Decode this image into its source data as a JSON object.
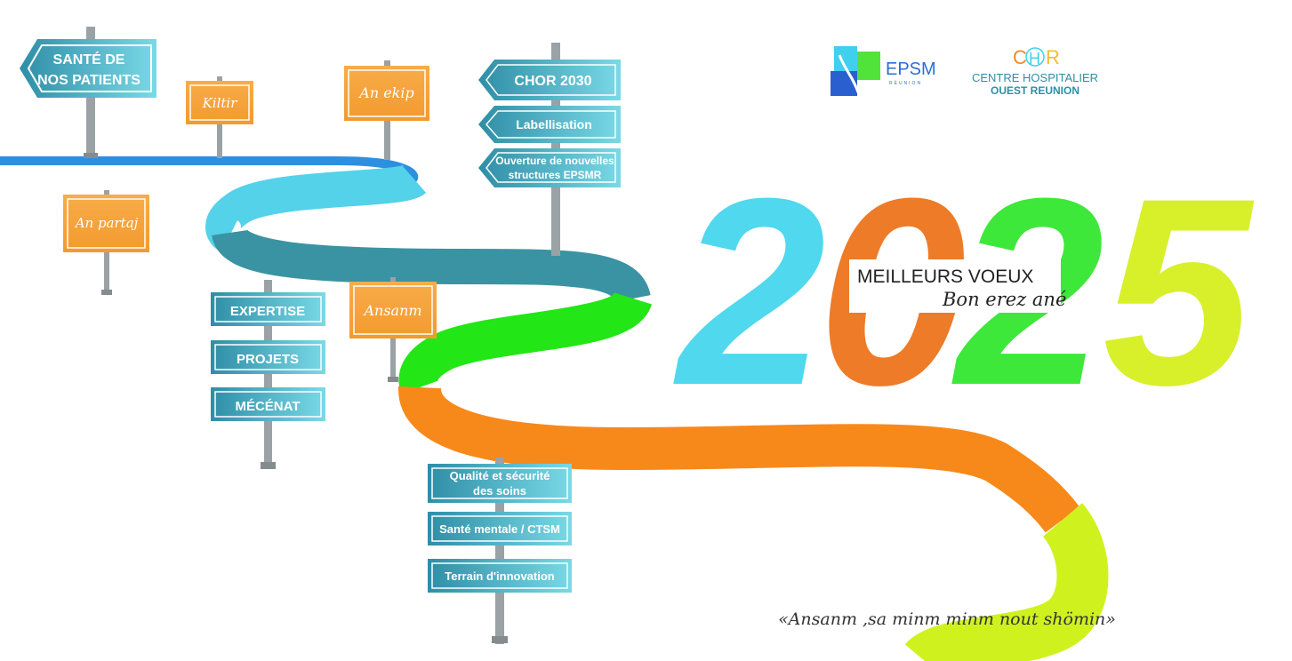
{
  "signs_left": {
    "sante": [
      "SANTÉ DE",
      "NOS PATIENTS"
    ],
    "kiltir": "Kiltir",
    "an_ekip": "An ekip",
    "an_partaj": "An partaj",
    "expertise": "EXPERTISE",
    "projets": "PROJETS",
    "mecenat": "MÉCÉNAT",
    "ansanm": "Ansanm"
  },
  "signs_center": {
    "chor": "CHOR 2030",
    "labellisation": "Labellisation",
    "ouverture": [
      "Ouverture de nouvelles",
      "structures EPSMR"
    ]
  },
  "signs_bottom": {
    "qualite": [
      "Qualité et sécurité",
      "des soins"
    ],
    "sante_mentale": "Santé mentale / CTSM",
    "terrain": "Terrain d'innovation"
  },
  "logos": {
    "epsm": {
      "name": "EPSM",
      "sub": "RÉUNION"
    },
    "chor": {
      "letters": [
        "C",
        "H",
        "R"
      ],
      "line1": "CENTRE HOSPITALIER",
      "line2": "OUEST REUNION"
    }
  },
  "greeting": {
    "year_digits": [
      "2",
      "0",
      "2",
      "5"
    ],
    "title": "MEILLEURS VOEUX",
    "subtitle": "Bon erez ané"
  },
  "motto": "«Ansanm ,sa minm minm nout shömin»",
  "colors": {
    "sign_blue": "#3a9cb0",
    "sign_blue_light": "#79d7e6",
    "sign_orange": "#f5a03a",
    "road_blue": "#2d8fe0",
    "road_cyan": "#53d2ea",
    "road_teal": "#3a93a2",
    "road_green": "#22e616",
    "road_orange": "#f7891b",
    "road_lime": "#cff21f",
    "digit_cyan": "#4fd8ee",
    "digit_orange": "#ee7b27",
    "digit_green": "#3de83a",
    "digit_lime": "#d7f02a",
    "post": "#9aa2a6"
  }
}
